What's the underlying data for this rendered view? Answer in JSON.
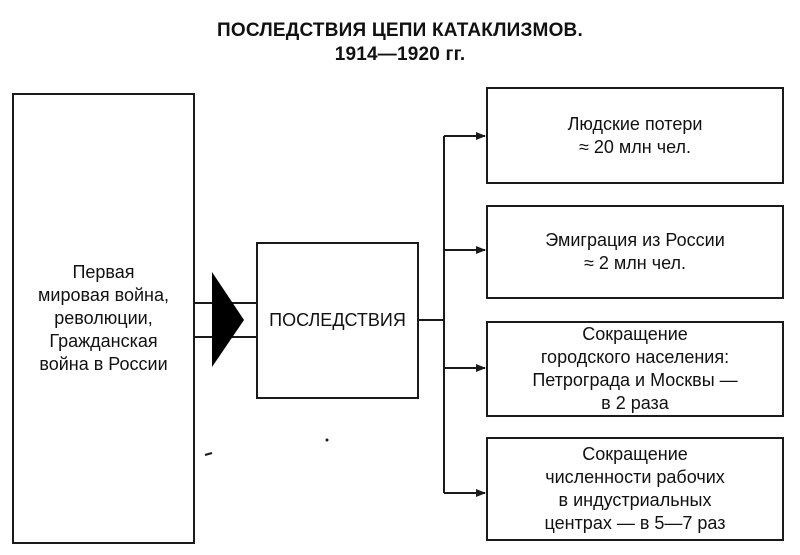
{
  "title": {
    "line1": "ПОСЛЕДСТВИЯ ЦЕПИ КАТАКЛИЗМОВ.",
    "line2": "1914—1920 гг."
  },
  "cause": {
    "lines": [
      "Первая",
      "мировая война,",
      "революции,",
      "Гражданская",
      "война в России"
    ]
  },
  "center": {
    "label": "ПОСЛЕДСТВИЯ"
  },
  "consequences": [
    {
      "lines": [
        "Людские потери",
        "≈ 20 млн чел."
      ]
    },
    {
      "lines": [
        "Эмиграция из России",
        "≈ 2 млн чел."
      ]
    },
    {
      "lines": [
        "Сокращение",
        "городского населения:",
        "Петрограда и Москвы —",
        "в 2 раза"
      ]
    },
    {
      "lines": [
        "Сокращение",
        "численности рабочих",
        "в индустриальных",
        "центрах — в 5—7 раз"
      ]
    }
  ]
}
